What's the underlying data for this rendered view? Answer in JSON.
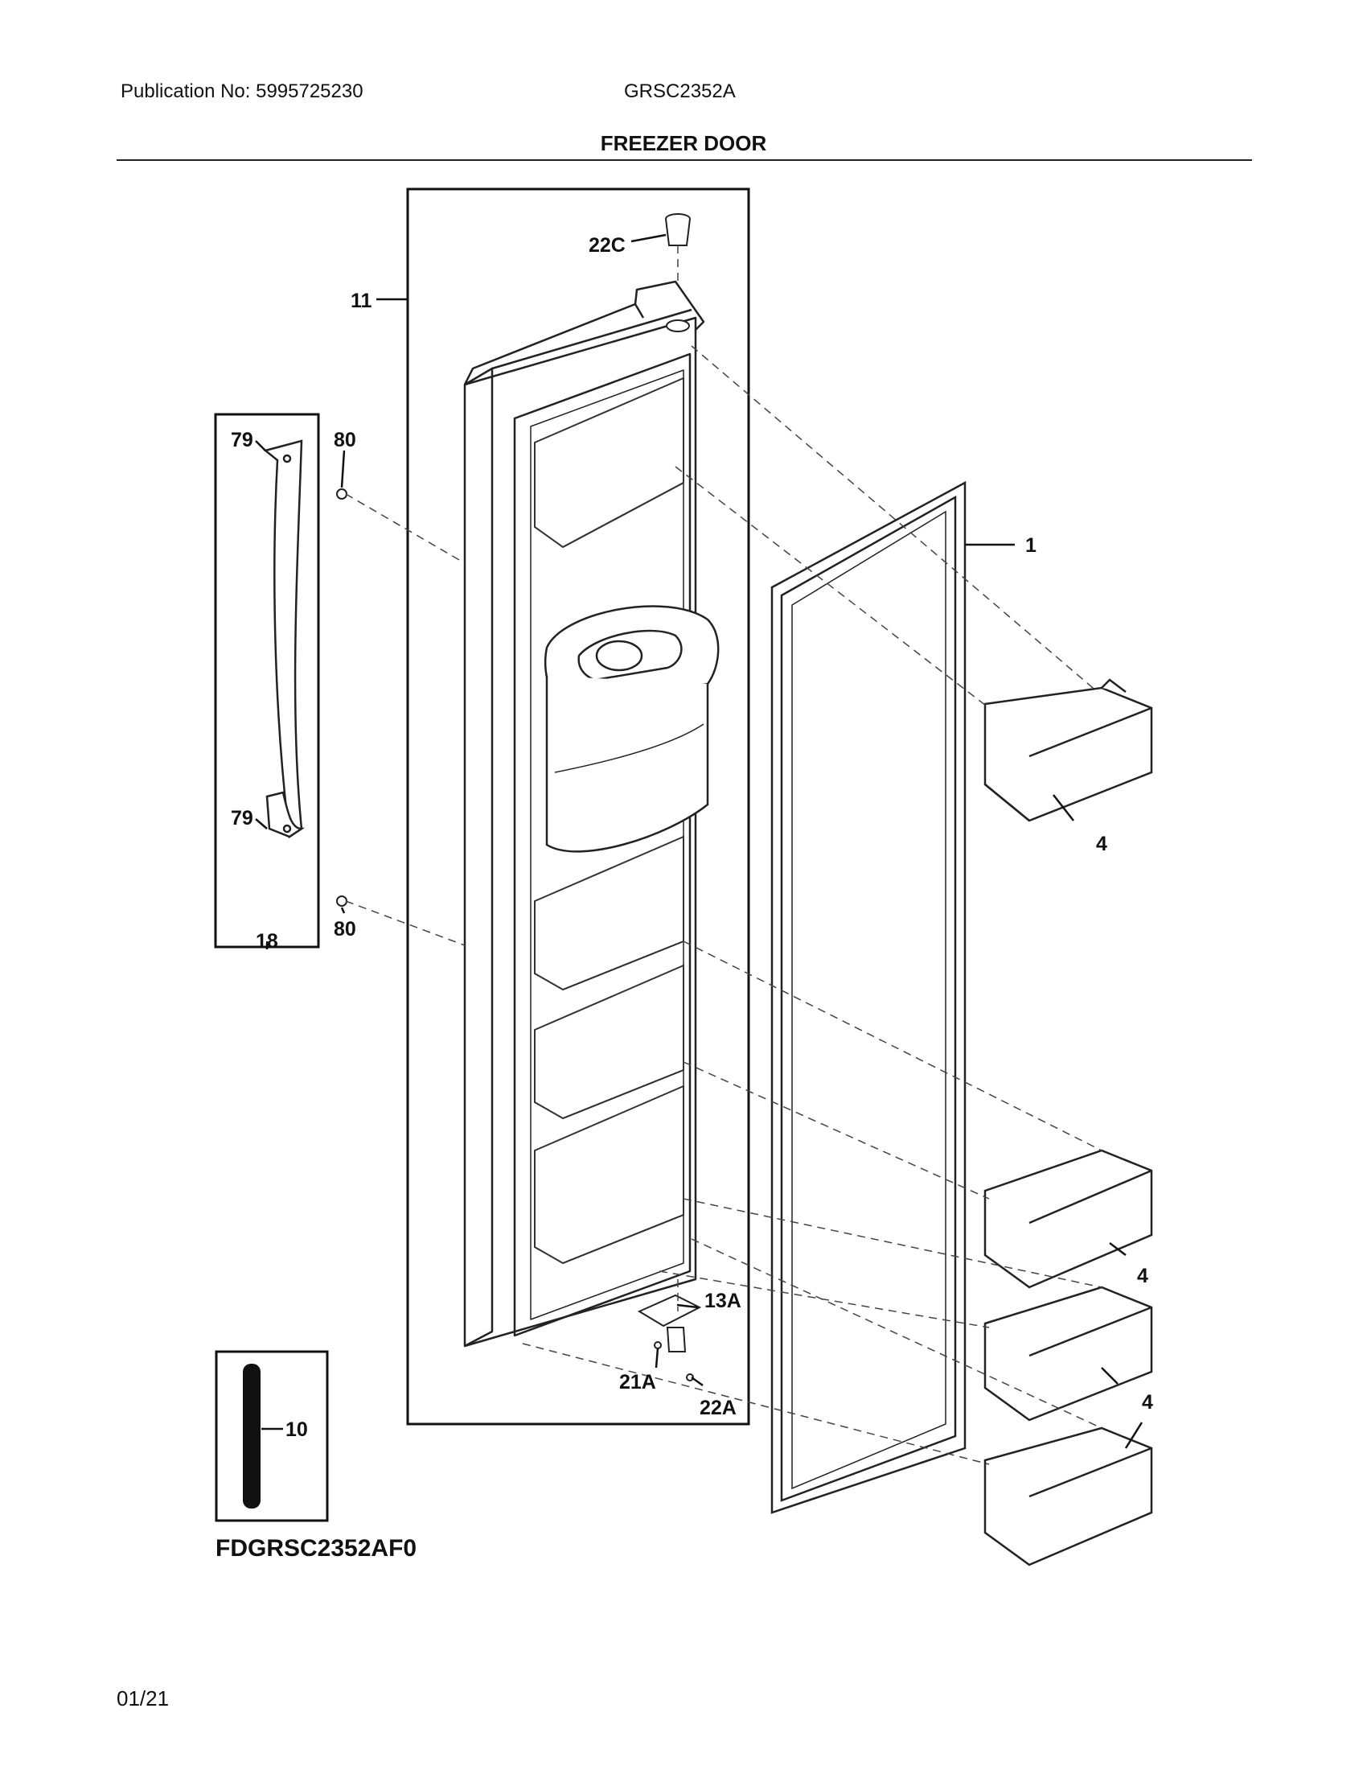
{
  "header": {
    "publication": "Publication No: 5995725230",
    "model": "GRSC2352A"
  },
  "title": "FREEZER DOOR",
  "callouts": {
    "c1": "1",
    "c4a": "4",
    "c4b": "4",
    "c4c": "4",
    "c10": "10",
    "c11": "11",
    "c13a": "13A",
    "c18": "18",
    "c21a": "21A",
    "c22a": "22A",
    "c22c": "22C",
    "c79a": "79",
    "c79b": "79",
    "c80a": "80",
    "c80b": "80"
  },
  "diagram_code": "FDGRSC2352AF0",
  "footer": {
    "page": "01/21"
  }
}
